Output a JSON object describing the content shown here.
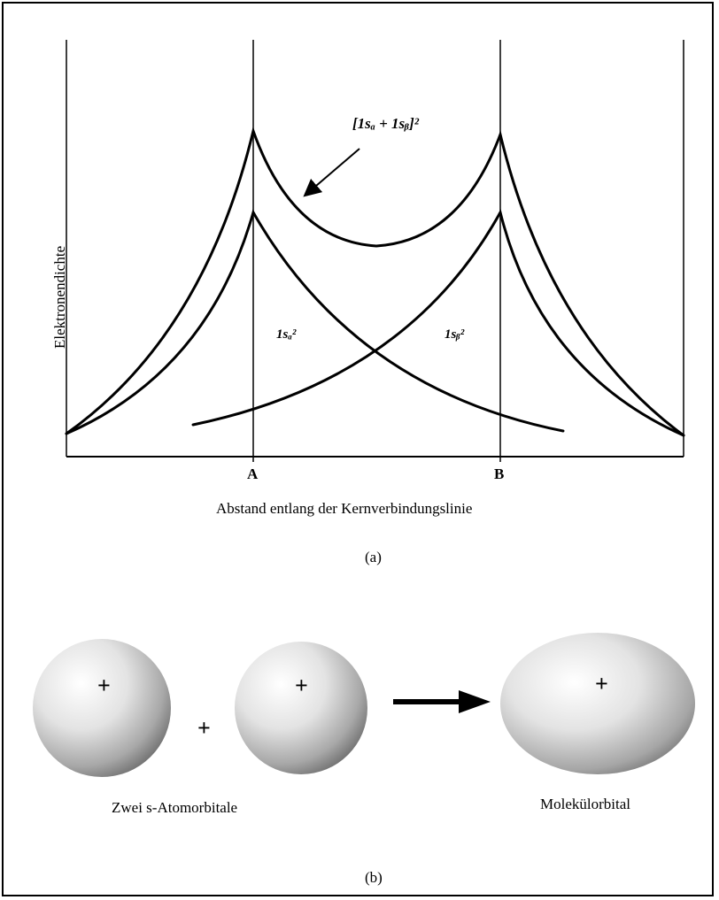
{
  "panel_a": {
    "ylabel": "Elektronendichte",
    "xlabel": "Abstand entlang der Kernverbindungslinie",
    "tick_A": "A",
    "tick_B": "B",
    "sum_formula": "[1sₐ + 1sᵦ]²",
    "curve_a_label": "1sₐ²",
    "curve_b_label": "1sᵦ²",
    "caption": "(a)"
  },
  "panel_b": {
    "plus_sign": "+",
    "nucleus_sign": "+",
    "left_caption": "Zwei s-Atomorbitale",
    "right_caption": "Molekülorbital",
    "caption": "(b)"
  },
  "colors": {
    "ink": "#000000",
    "shade_dark": "#7a7a7a",
    "shade_light": "#e6e6e6"
  }
}
